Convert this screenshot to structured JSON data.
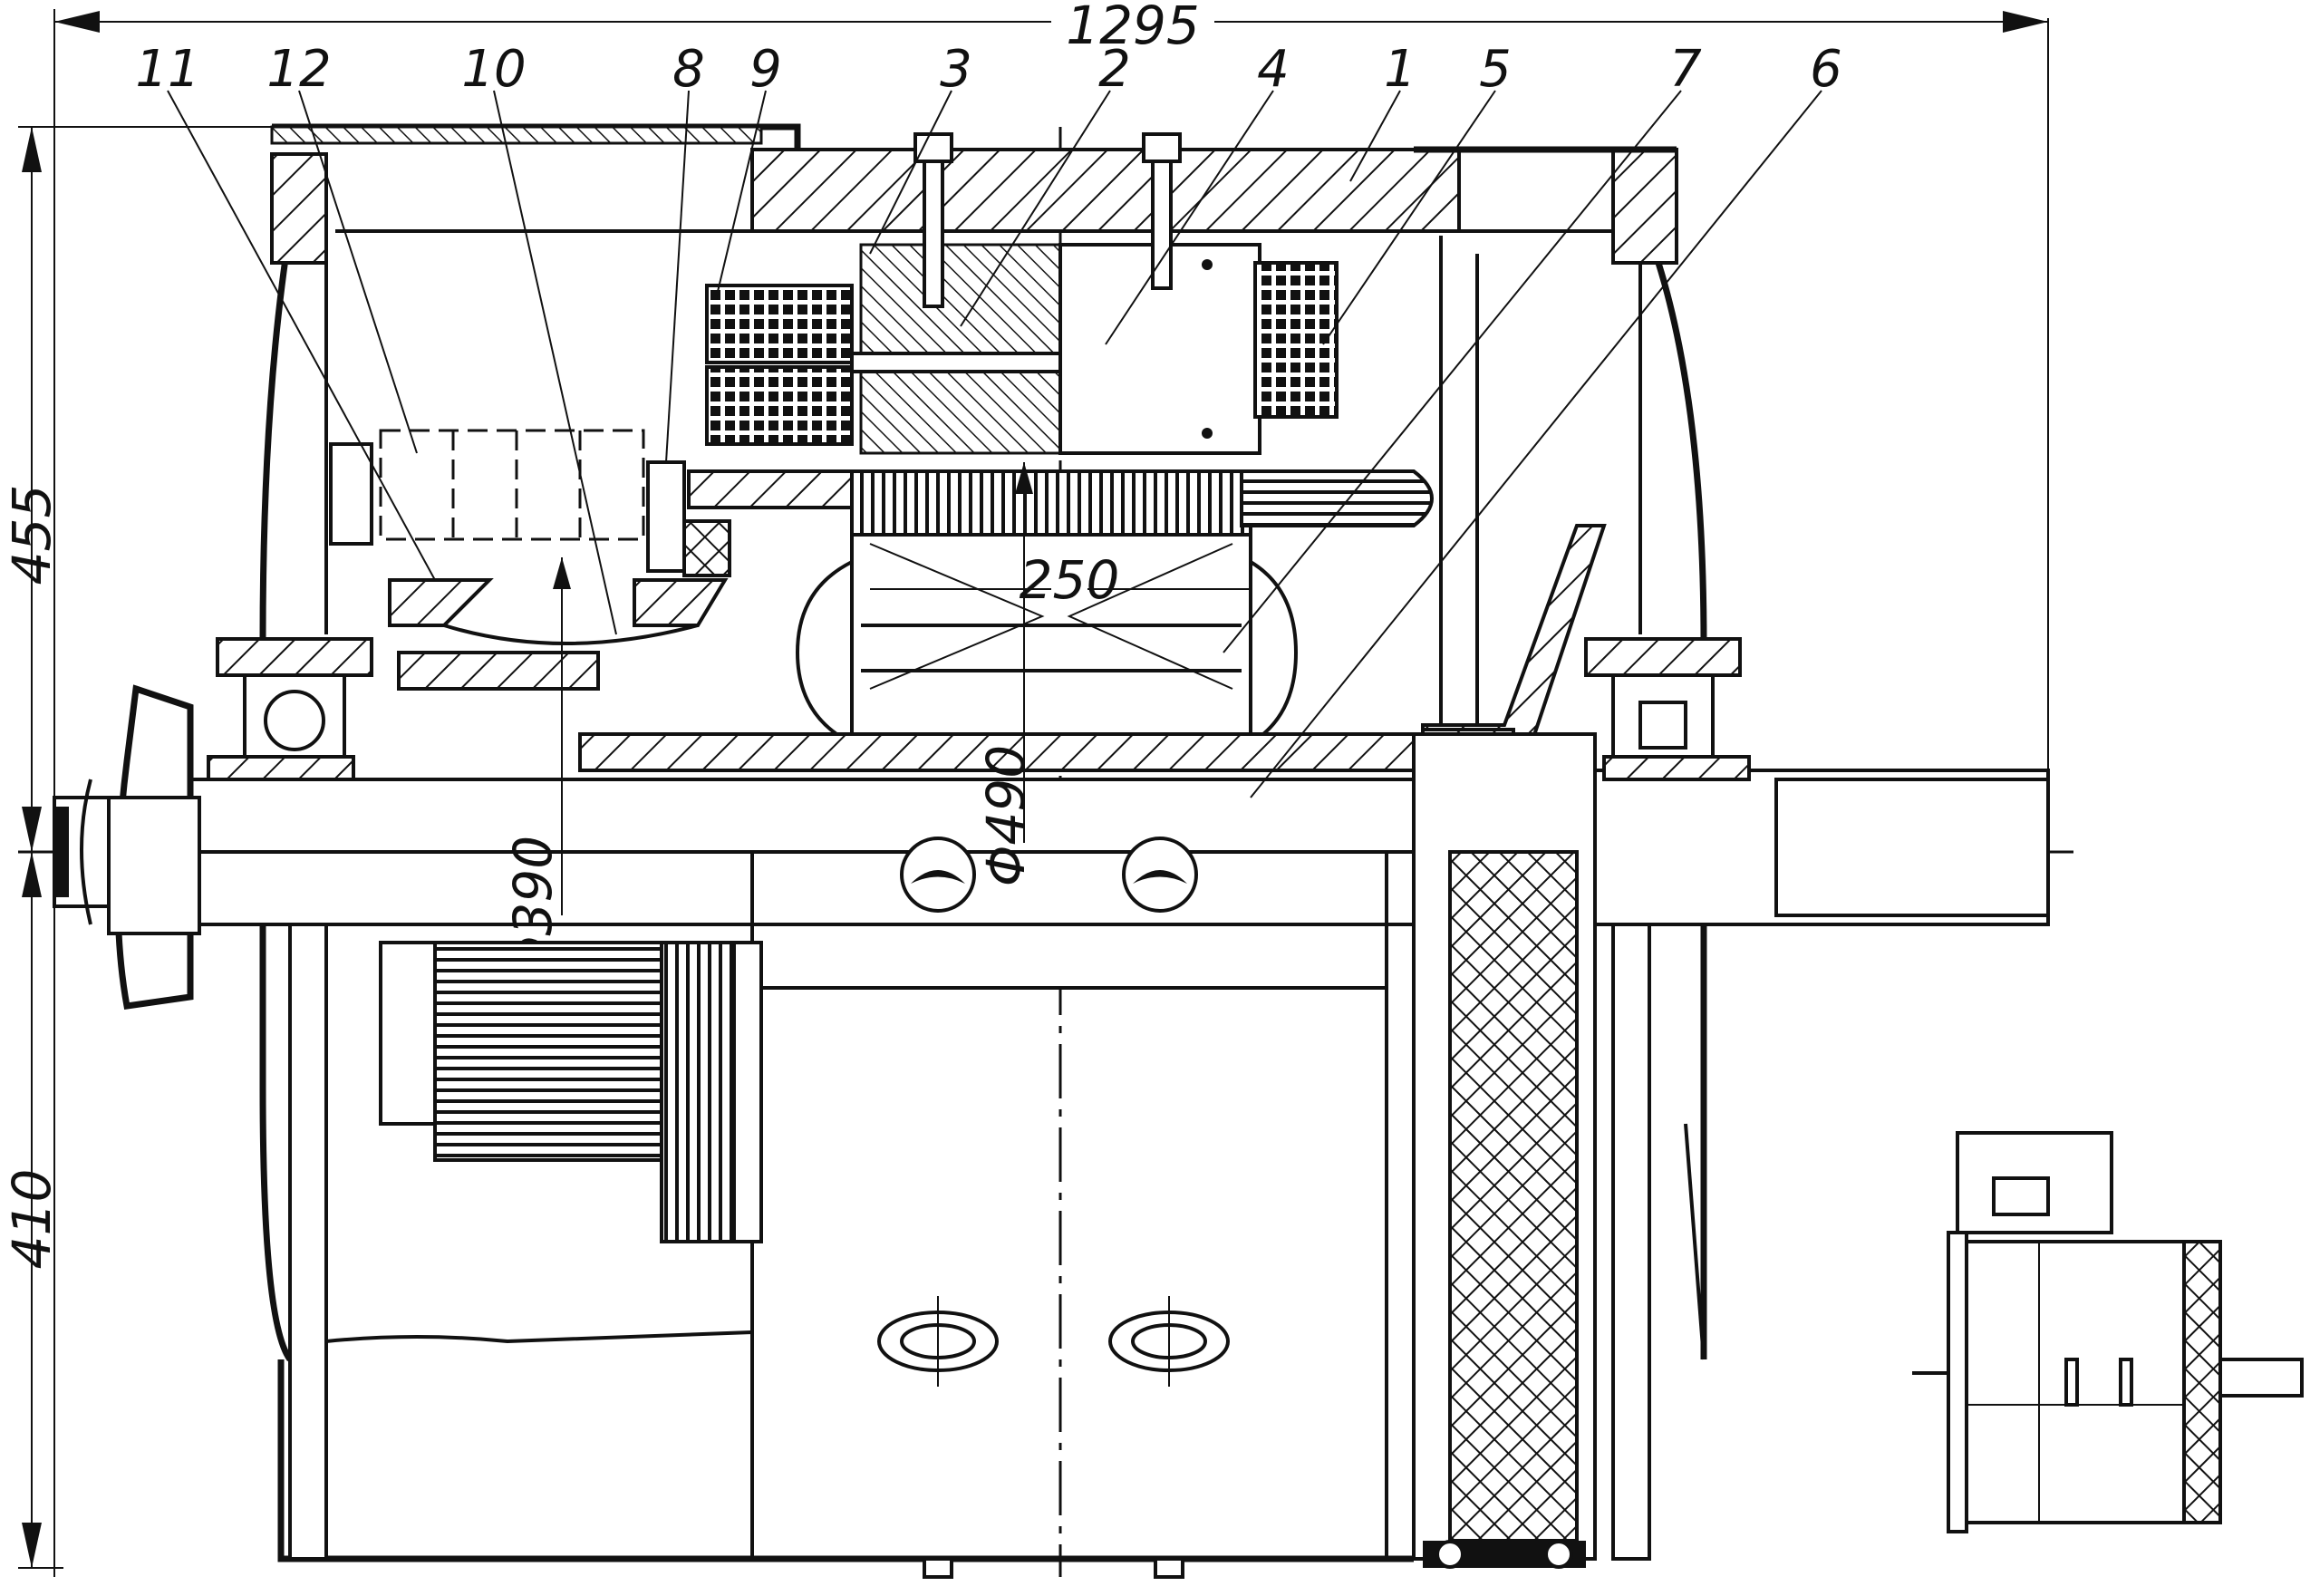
{
  "dimensions": {
    "overall_length": "1295",
    "upper_height": "455",
    "lower_height": "410",
    "diameter_small": "Φ390",
    "diameter_large": "Φ490",
    "core_length": "250"
  },
  "part_labels": [
    "11",
    "12",
    "10",
    "8",
    "9",
    "3",
    "2",
    "4",
    "1",
    "5",
    "7",
    "6"
  ]
}
